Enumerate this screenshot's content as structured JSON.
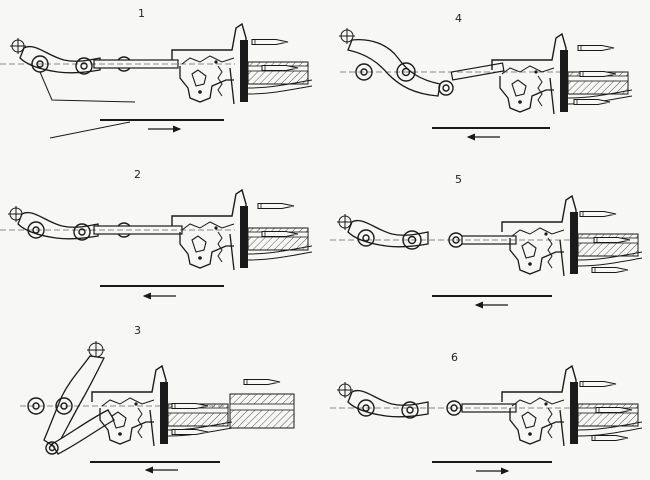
{
  "panels": [
    {
      "number": "1"
    },
    {
      "number": "2"
    },
    {
      "number": "3"
    },
    {
      "number": "4"
    },
    {
      "number": "5"
    },
    {
      "number": "6"
    }
  ],
  "colors": {
    "ink": "#1a1a1a",
    "paper": "#f7f7f5",
    "hatch": "#555555"
  }
}
